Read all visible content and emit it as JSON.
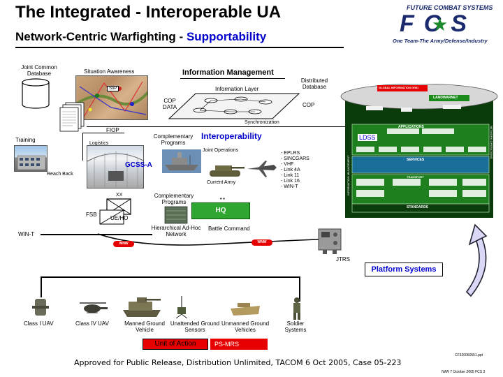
{
  "header": {
    "title": "The Integrated - Interoperable UA",
    "subtitle_prefix": "Network-Centric Warfighting - ",
    "subtitle_highlight": "Supportability",
    "logo_top": "FUTURE COMBAT SYSTEMS",
    "logo_letters": "FCS",
    "logo_tagline": "One Team-The Army/Defense/Industry"
  },
  "labels": {
    "joint_common_db": "Joint Common Database",
    "situation_awareness": "Situation Awareness",
    "information_management": "Information Management",
    "information_layer": "Information Layer",
    "distributed_database": "Distributed Database",
    "cop_data": "COP DATA",
    "cop": "COP",
    "synchronization": "Synchronization",
    "fiop": "FIOP",
    "training": "Training",
    "logistics": "Logistics",
    "complementary_programs_1": "Complementary Programs",
    "interoperability": "Interoperability",
    "ldss": "LDSS",
    "joint_operations": "Joint Operations",
    "gcss_a": "GCSS-A",
    "reach_back": "Reach Back",
    "current_army": "Current Army",
    "xx": "XX",
    "complementary_programs_2": "Complementary Programs",
    "fsb": "FSB",
    "ue_ho": "UE/HO",
    "hq": "HQ",
    "win_t": "WIN-T",
    "hierarchical_network": "Hierarchical Ad-Hoc Network",
    "battle_command": "Battle Command",
    "wnw_1": "WNW",
    "wnw_2": "WNW",
    "jtrs": "JTRS",
    "platform_systems": "Platform Systems",
    "unit_of_action": "Unit of Action",
    "ps_mrs": "PS-MRS",
    "sop_label": "SoP"
  },
  "radios": [
    "- EPLRS",
    "- SINCGARS",
    "- VHF",
    "- Link 4A",
    "- Link 11",
    "- Link 16",
    "- WIN-T"
  ],
  "platforms": [
    {
      "name": "Class I UAV"
    },
    {
      "name": "Class IV UAV"
    },
    {
      "name": "Manned Ground Vehicle"
    },
    {
      "name": "Unattended Ground Sensors"
    },
    {
      "name": "Unmanned Ground Vehicles"
    },
    {
      "name": "Soldier Systems"
    }
  ],
  "sos_diagram": {
    "banner_1": "GLOBAL INFORMATION GRID",
    "banner_2": "LANDWARNET",
    "applications": "APPLICATIONS",
    "services": "SERVICES",
    "transport": "TRANSPORT",
    "standards": "STANDARDS",
    "left_vertical": "INFORMATION MANAGEMENT",
    "right_vertical": "NETWORK OPERATIONS"
  },
  "footer": {
    "release": "Approved for Public Release, Distribution Unlimited, TACOM 6 Oct 2005, Case 05-223",
    "file_ref": "CF320060551.ppt",
    "date_line": "IWW 7 October 2005 FCS 3"
  },
  "colors": {
    "red": "#e60000",
    "blue": "#0000cc",
    "green": "#2fa62f",
    "navy": "#1a2a6c"
  }
}
